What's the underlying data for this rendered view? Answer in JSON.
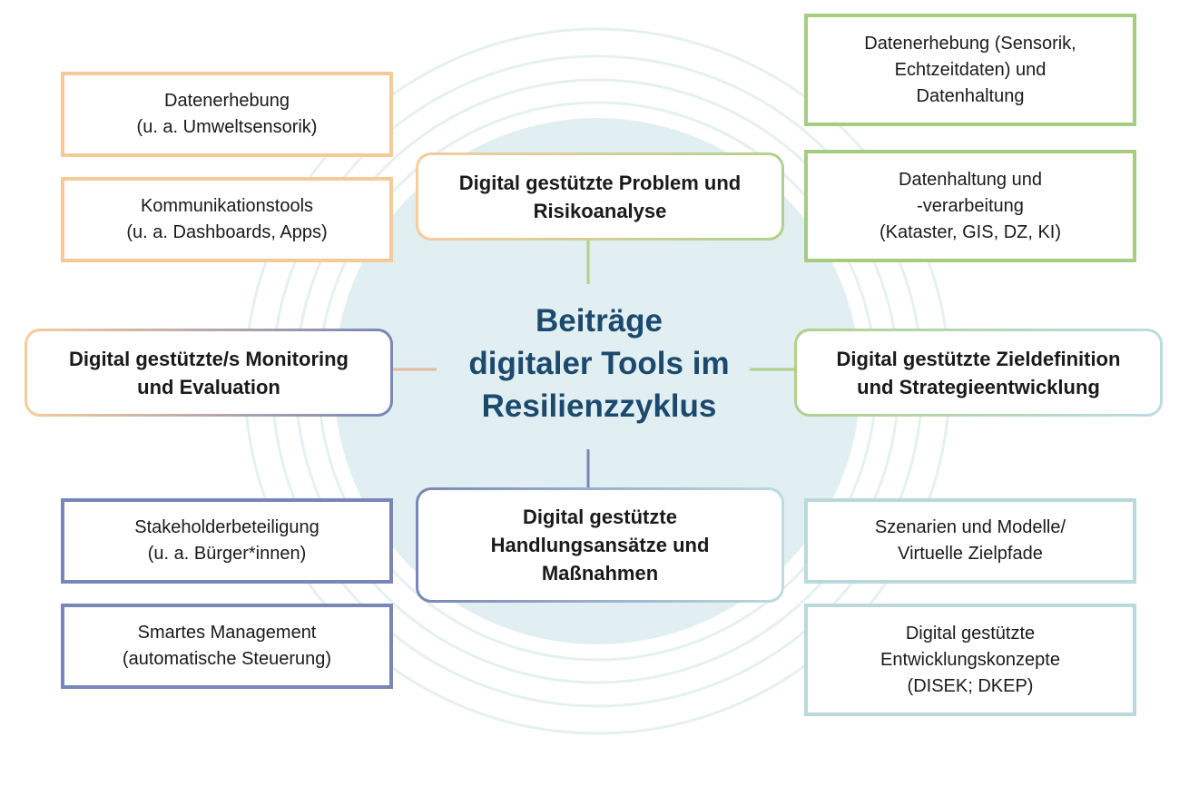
{
  "center": {
    "title_lines": [
      "Beiträge",
      "digitaler Tools im",
      "Resilienzzyklus"
    ]
  },
  "phases": {
    "top": {
      "lines": [
        "Digital gestützte Problem und",
        "Risikoanalyse"
      ]
    },
    "right": {
      "lines": [
        "Digital gestützte Zieldefinition",
        "und Strategieentwicklung"
      ]
    },
    "bottom": {
      "lines": [
        "Digital gestützte",
        "Handlungsansätze und",
        "Maßnahmen"
      ]
    },
    "left": {
      "lines": [
        "Digital gestützte/s Monitoring",
        "und Evaluation"
      ]
    }
  },
  "tools": {
    "left_top": [
      {
        "lines": [
          "Datenerhebung",
          "(u. a. Umweltsensorik)"
        ]
      },
      {
        "lines": [
          "Kommunikationstools",
          "(u. a. Dashboards, Apps)"
        ]
      }
    ],
    "right_top": [
      {
        "lines": [
          "Datenerhebung (Sensorik,",
          "Echtzeitdaten) und",
          "Datenhaltung"
        ]
      },
      {
        "lines": [
          "Datenhaltung und",
          "-verarbeitung",
          "(Kataster, GIS, DZ, KI)"
        ]
      }
    ],
    "left_bottom": [
      {
        "lines": [
          "Stakeholderbeteiligung",
          "(u. a. Bürger*innen)"
        ]
      },
      {
        "lines": [
          "Smartes Management",
          "(automatische Steuerung)"
        ]
      }
    ],
    "right_bottom": [
      {
        "lines": [
          "Szenarien und Modelle/",
          "Virtuelle Zielpfade"
        ]
      },
      {
        "lines": [
          "Digital gestützte",
          "Entwicklungskonzepte",
          "(DISEK; DKEP)"
        ]
      }
    ]
  },
  "colors": {
    "orange": "#f6c998",
    "green": "#a6cc80",
    "purple": "#7886b8",
    "teal": "#b9d9dc",
    "center_disc": "#e2eff2",
    "title": "#1b4a6e"
  }
}
